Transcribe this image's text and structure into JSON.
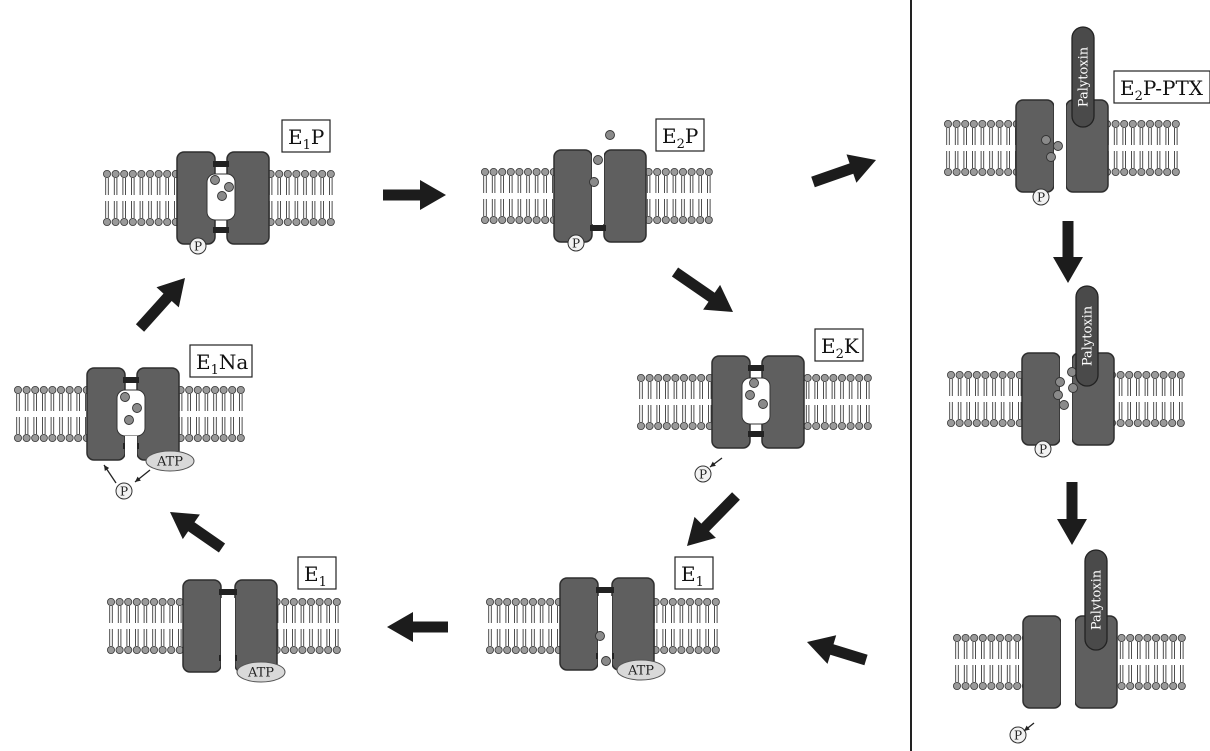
{
  "states": {
    "e1p": {
      "base": "E",
      "sub": "1",
      "suffix": "P"
    },
    "e2p": {
      "base": "E",
      "sub": "2",
      "suffix": "P"
    },
    "e1na": {
      "base": "E",
      "sub": "1",
      "suffix": "Na"
    },
    "e2k": {
      "base": "E",
      "sub": "2",
      "suffix": "K"
    },
    "e1_left": {
      "base": "E",
      "sub": "1",
      "suffix": ""
    },
    "e1_right": {
      "base": "E",
      "sub": "1",
      "suffix": ""
    },
    "e2p_ptx": {
      "base": "E",
      "sub": "2",
      "suffix": "P-PTX"
    }
  },
  "labels": {
    "atp": "ATP",
    "phosphate": "P",
    "palytoxin": "Palytoxin"
  },
  "colors": {
    "protein": "#5f5f5f",
    "protein_stroke": "#2e2e2e",
    "lipid_head": "#9a9a9a",
    "arrow": "#1c1c1c",
    "ion": "#8a8a8a",
    "atp_fill": "#d9d9d9"
  }
}
